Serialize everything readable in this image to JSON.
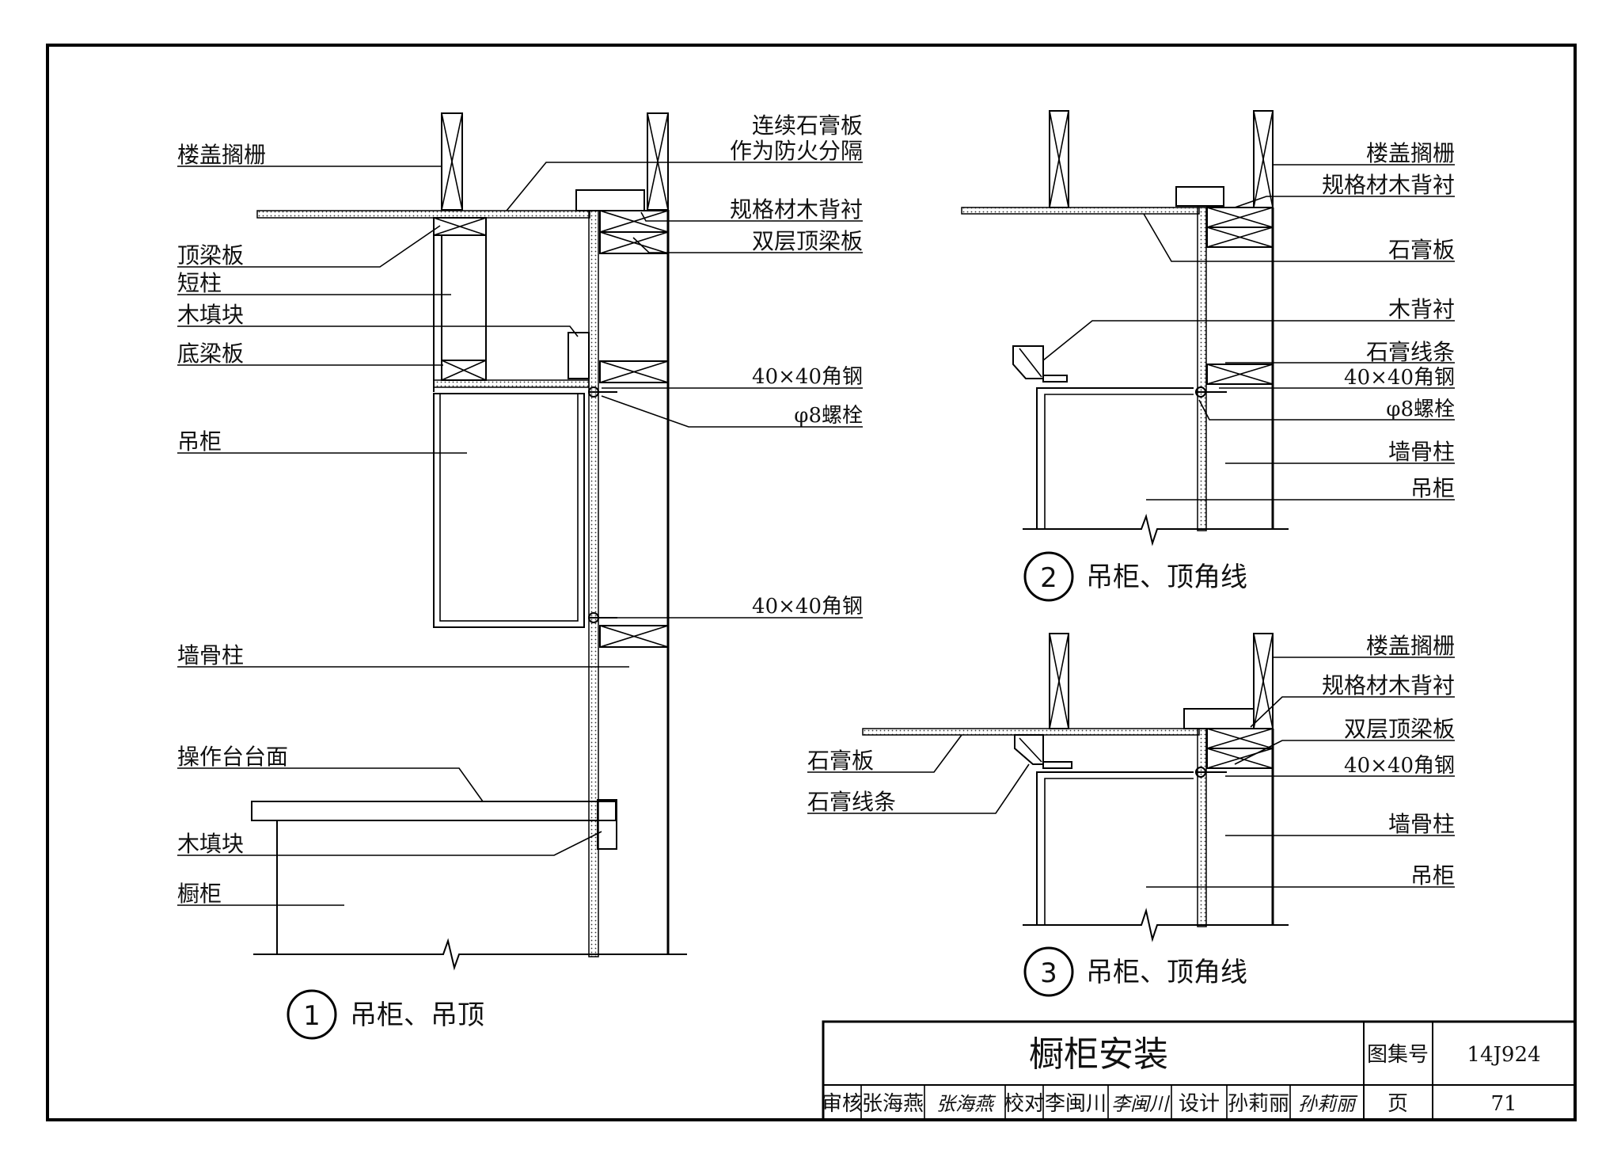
{
  "detail1": {
    "number": "1",
    "caption": "吊柜、吊顶",
    "labels": {
      "floor_joist": "楼盖搁栅",
      "top_plate": "顶梁板",
      "short_post": "短柱",
      "wood_block_top": "木填块",
      "bottom_plate": "底梁板",
      "wall_cabinet": "吊柜",
      "wall_stud": "墙骨柱",
      "countertop": "操作台台面",
      "wood_block_bottom": "木填块",
      "base_cabinet": "橱柜",
      "gypsum_continuous_1": "连续石膏板",
      "gypsum_continuous_2": "作为防火分隔",
      "lumber_backing": "规格材木背衬",
      "double_top_plate": "双层顶梁板",
      "angle_steel_top": "40×40角钢",
      "bolt": "φ8螺栓",
      "angle_steel_bottom": "40×40角钢"
    }
  },
  "detail2": {
    "number": "2",
    "caption": "吊柜、顶角线",
    "labels": {
      "floor_joist": "楼盖搁栅",
      "lumber_backing": "规格材木背衬",
      "gypsum_board": "石膏板",
      "wood_backing": "木背衬",
      "gypsum_moulding": "石膏线条",
      "angle_steel": "40×40角钢",
      "bolt": "φ8螺栓",
      "wall_stud": "墙骨柱",
      "wall_cabinet": "吊柜"
    }
  },
  "detail3": {
    "number": "3",
    "caption": "吊柜、顶角线",
    "labels": {
      "floor_joist": "楼盖搁栅",
      "lumber_backing": "规格材木背衬",
      "double_top_plate": "双层顶梁板",
      "angle_steel": "40×40角钢",
      "wall_stud": "墙骨柱",
      "wall_cabinet": "吊柜",
      "gypsum_board": "石膏板",
      "gypsum_moulding": "石膏线条"
    }
  },
  "title_block": {
    "title": "橱柜安装",
    "atlas_label": "图集号",
    "atlas_no": "14J924",
    "review_label": "审核",
    "reviewer": "张海燕",
    "reviewer_sig": "张海燕",
    "check_label": "校对",
    "checker": "李闽川",
    "checker_sig": "李闽川",
    "design_label": "设计",
    "designer": "孙莉丽",
    "designer_sig": "孙莉丽",
    "page_label": "页",
    "page_no": "71"
  }
}
